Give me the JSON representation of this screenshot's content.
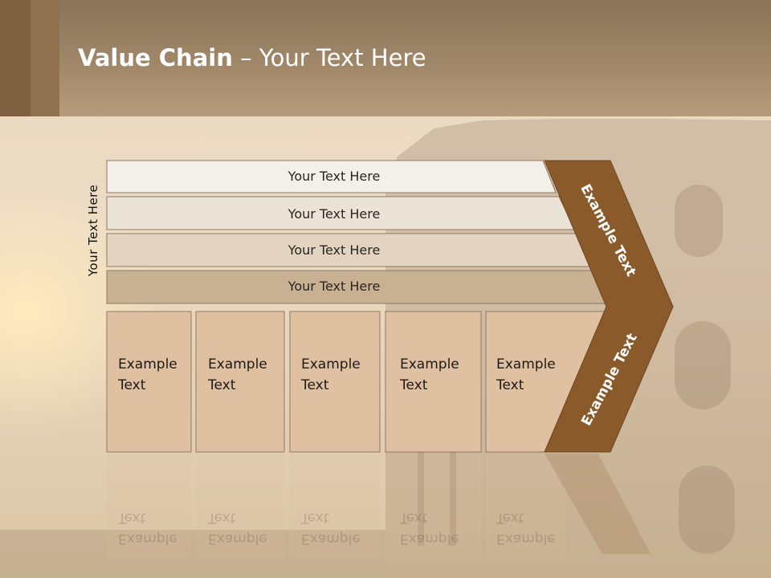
{
  "title": {
    "bold": "Value Chain",
    "rest": " – Your Text Here"
  },
  "side_label": "Your Text Here",
  "rows": [
    {
      "label": "Your Text Here",
      "color": "#f3f0ea"
    },
    {
      "label": "Your Text Here",
      "color": "#ece3d7"
    },
    {
      "label": "Your Text Here",
      "color": "#e3d4c1"
    },
    {
      "label": "Your Text Here",
      "color": "#c8b093"
    }
  ],
  "columns": [
    {
      "line1": "Example",
      "line2": "Text"
    },
    {
      "line1": "Example",
      "line2": "Text"
    },
    {
      "line1": "Example",
      "line2": "Text"
    },
    {
      "line1": "Example",
      "line2": "Text"
    },
    {
      "line1": "Example",
      "line2": "Text"
    }
  ],
  "chevron": {
    "upper": "Example Text",
    "lower": "Example Text",
    "color": "#8b5a2b"
  },
  "colors": {
    "header": "#a08768",
    "column_fill": "#dfc0a0",
    "border": "#8c7a66"
  }
}
